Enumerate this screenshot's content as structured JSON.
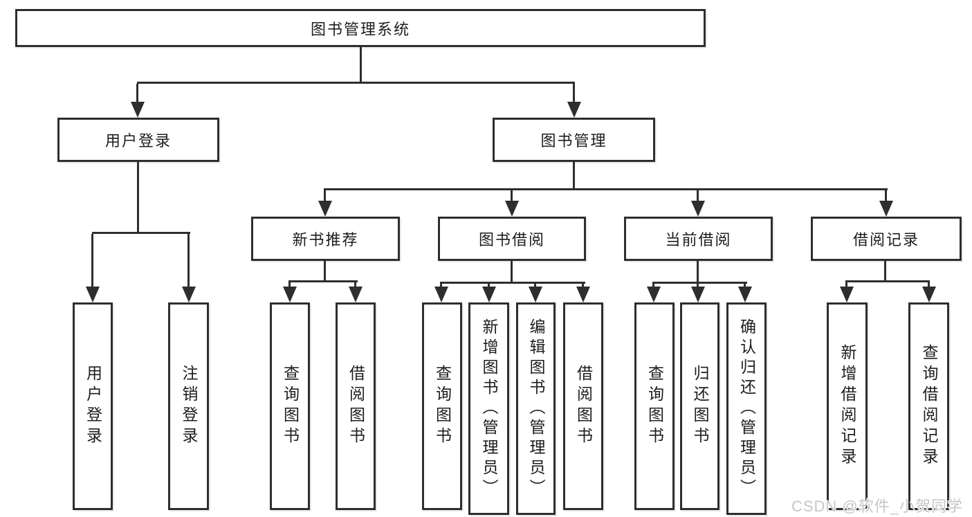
{
  "tree": {
    "root": "图书管理系统",
    "l1": [
      "用户登录",
      "图书管理"
    ],
    "l2": [
      "新书推荐",
      "图书借阅",
      "当前借阅",
      "借阅记录"
    ],
    "leaves_login": [
      "用户登录",
      "注销登录"
    ],
    "leaves_newbook": [
      "查询图书",
      "借阅图书"
    ],
    "leaves_borrow": [
      "查询图书",
      "新增图书（管理员）",
      "编辑图书（管理员）",
      "借阅图书"
    ],
    "leaves_current": [
      "查询图书",
      "归还图书",
      "确认归还（管理员）"
    ],
    "leaves_record": [
      "新增借阅记录",
      "查询借阅记录"
    ]
  },
  "watermark": "CSDN @软件_小贺同学",
  "colors": {
    "line": "#2e2e2e",
    "text": "#1d1d1d",
    "background": "#ffffff",
    "watermark": "#c6c6c6"
  }
}
